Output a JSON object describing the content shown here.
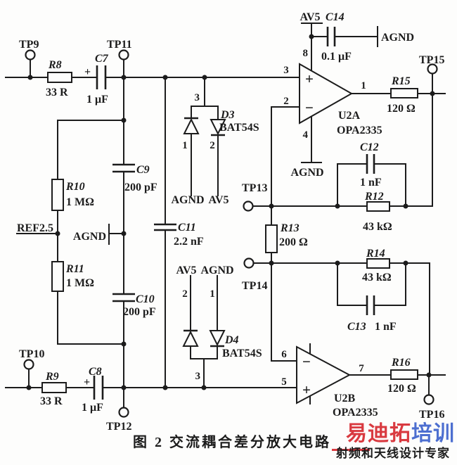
{
  "figure": {
    "caption": "图 2 交流耦合差分放大电路"
  },
  "watermark": {
    "brand_red": "易迪拓",
    "brand_blue": "培训",
    "tagline": "射频和天线设计专家",
    "brand_red_color": "#d93a40",
    "brand_blue_color": "#4d6fd0",
    "tagline_color": "#4a4a48"
  },
  "nets": {
    "av5_top": "AV5",
    "agnd_c14": "AGND",
    "agnd_u2a": "AGND",
    "agnd_mid": "AGND",
    "ref": "REF2.5",
    "d3_net_left": "AGND",
    "d3_net_right": "AV5",
    "d4_net_left": "AV5",
    "d4_net_right": "AGND"
  },
  "test_points": {
    "tp9": "TP9",
    "tp10": "TP10",
    "tp11": "TP11",
    "tp12": "TP12",
    "tp13": "TP13",
    "tp14": "TP14",
    "tp15": "TP15",
    "tp16": "TP16"
  },
  "components": {
    "r8": {
      "name": "R8",
      "value": "33 R"
    },
    "r9": {
      "name": "R9",
      "value": "33 R"
    },
    "r10": {
      "name": "R10",
      "value": "1 MΩ"
    },
    "r11": {
      "name": "R11",
      "value": "1 MΩ"
    },
    "r12": {
      "name": "R12",
      "value": "43 kΩ"
    },
    "r13": {
      "name": "R13",
      "value": "200 Ω"
    },
    "r14": {
      "name": "R14",
      "value": "43 kΩ"
    },
    "r15": {
      "name": "R15",
      "value": "120 Ω"
    },
    "r16": {
      "name": "R16",
      "value": "120 Ω"
    },
    "c7": {
      "name": "C7",
      "value": "1 μF",
      "polarity": "+"
    },
    "c8": {
      "name": "C8",
      "value": "1 μF",
      "polarity": "+"
    },
    "c9": {
      "name": "C9",
      "value": "200 pF"
    },
    "c10": {
      "name": "C10",
      "value": "200 pF"
    },
    "c11": {
      "name": "C11",
      "value": "2.2 nF"
    },
    "c12": {
      "name": "C12",
      "value": "1 nF"
    },
    "c13": {
      "name": "C13",
      "value": "1 nF"
    },
    "c14": {
      "name": "C14",
      "value": "0.1 μF"
    },
    "d3": {
      "name": "D3",
      "part": "BAT54S",
      "pin_left": "1",
      "pin_right": "2",
      "pin_common": "3"
    },
    "d4": {
      "name": "D4",
      "part": "BAT54S",
      "pin_left": "2",
      "pin_right": "1",
      "pin_common": "3"
    },
    "u2a": {
      "name": "U2A",
      "part": "OPA2335",
      "pin_in_p": "3",
      "pin_in_n": "2",
      "pin_out": "1",
      "pin_vp": "8",
      "pin_vn": "4",
      "plus": "+",
      "minus": "−"
    },
    "u2b": {
      "name": "U2B",
      "part": "OPA2335",
      "pin_in_n": "6",
      "pin_in_p": "5",
      "pin_out": "7",
      "plus": "+",
      "minus": "−"
    }
  }
}
